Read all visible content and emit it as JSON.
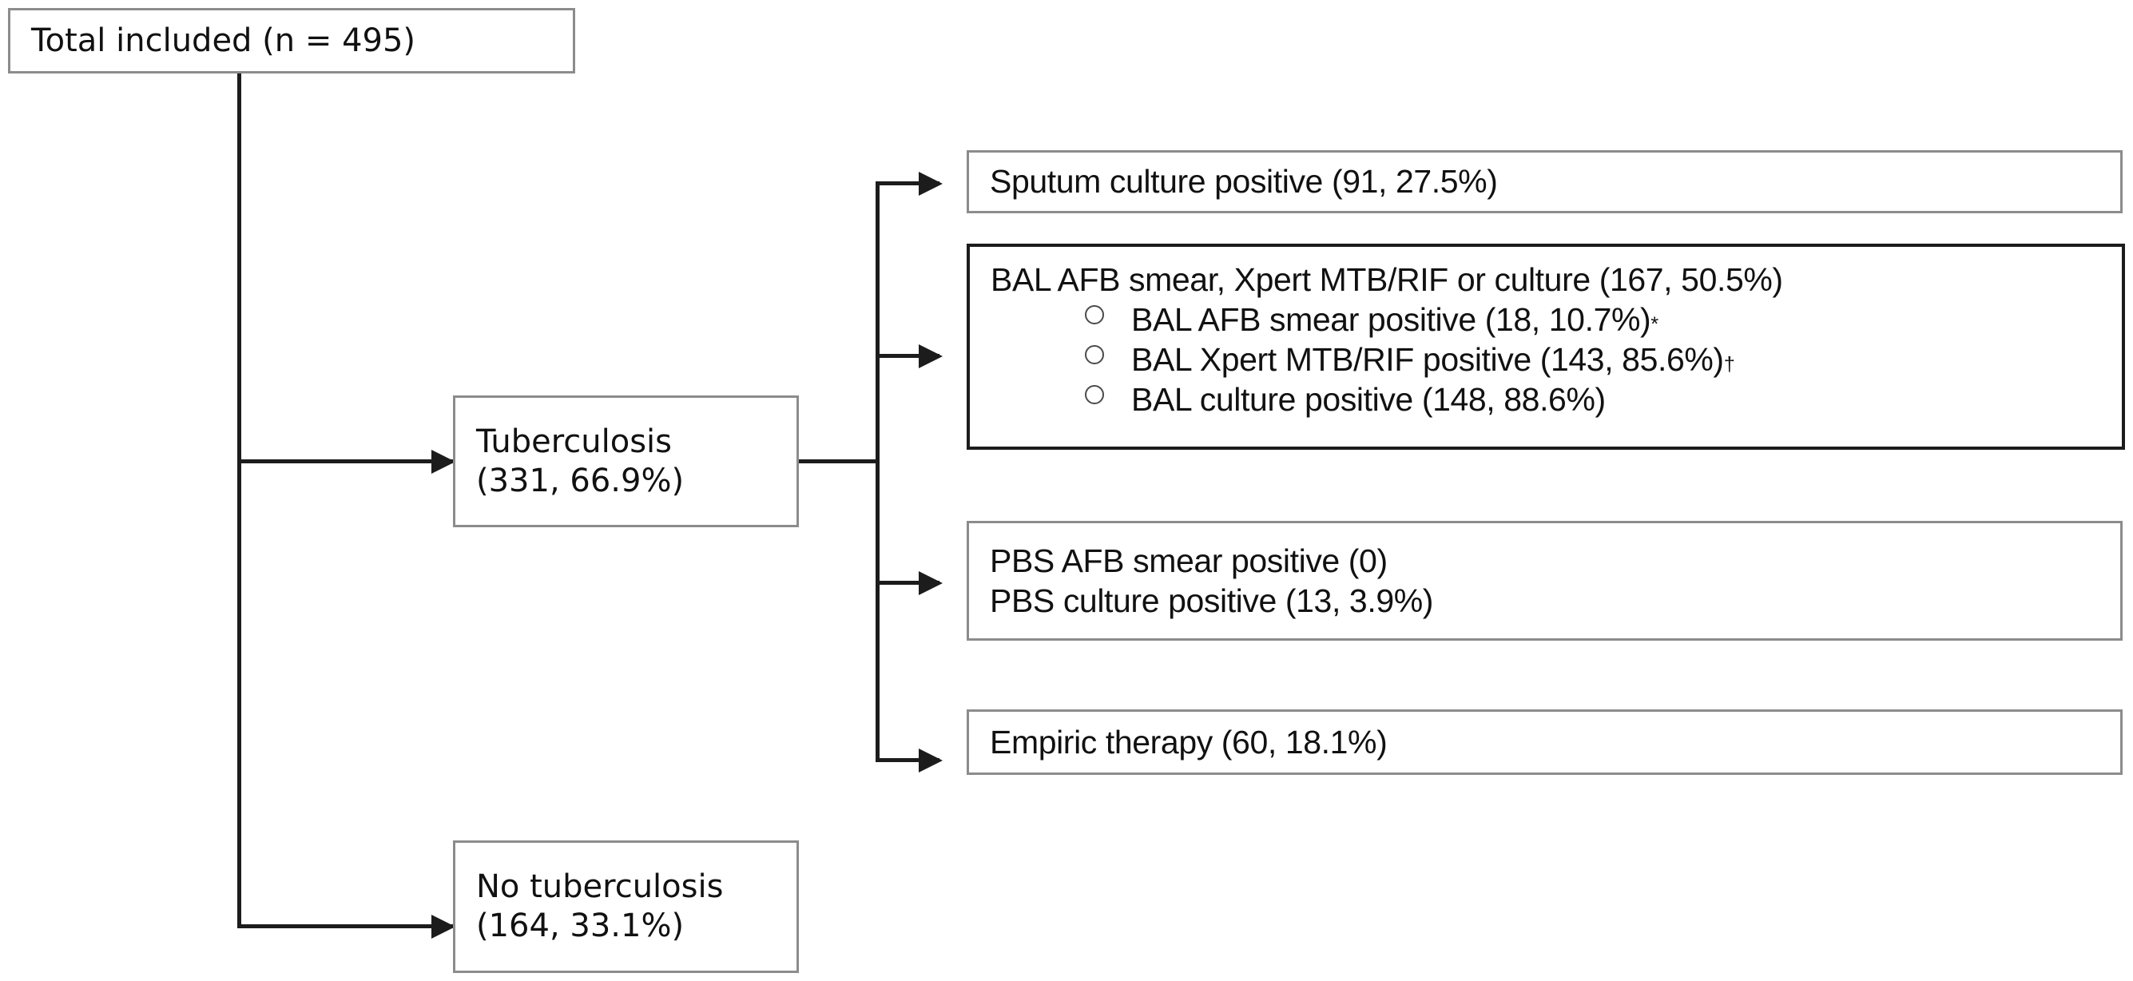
{
  "figure": {
    "type": "flowchart",
    "title": "Tuberculosis diagnostic yield flow diagram",
    "total_n": 495
  },
  "nodes": {
    "total": {
      "label": "Total included  (n = 495)",
      "count": 495
    },
    "tuberculosis": {
      "line1": "Tuberculosis",
      "line2": "(331, 66.9%)",
      "count": 331,
      "percent": 66.9
    },
    "no_tuberculosis": {
      "line1": "No tuberculosis",
      "line2": "(164, 33.1%)",
      "count": 164,
      "percent": 33.1
    },
    "sputum": {
      "line1": "Sputum culture positive (91, 27.5%)",
      "count": 91,
      "percent": 27.5
    },
    "bal": {
      "header": "BAL AFB smear, Xpert MTB/RIF or culture (167, 50.5%)",
      "count": 167,
      "percent": 50.5,
      "bullets": [
        {
          "text": "BAL AFB smear positive (18, 10.7%)",
          "marker": "*",
          "count": 18,
          "percent": 10.7
        },
        {
          "text": "BAL Xpert MTB/RIF positive (143, 85.6%)",
          "marker": "†",
          "count": 143,
          "percent": 85.6
        },
        {
          "text": "BAL culture positive (148, 88.6%)",
          "marker": "",
          "count": 148,
          "percent": 88.6
        }
      ]
    },
    "pbs": {
      "line1": "PBS AFB smear positive (0)",
      "line2": "PBS culture positive (13, 3.9%)",
      "smear_count": 0,
      "culture_count": 13,
      "culture_percent": 3.9
    },
    "empiric": {
      "line1": "Empiric therapy (60, 18.1%)",
      "count": 60,
      "percent": 18.1
    }
  },
  "colors": {
    "box_border_light": "#8c8c8c",
    "box_border_dark": "#1c1c1c",
    "connector": "#1c1c1c",
    "text": "#111111",
    "background": "#ffffff"
  }
}
